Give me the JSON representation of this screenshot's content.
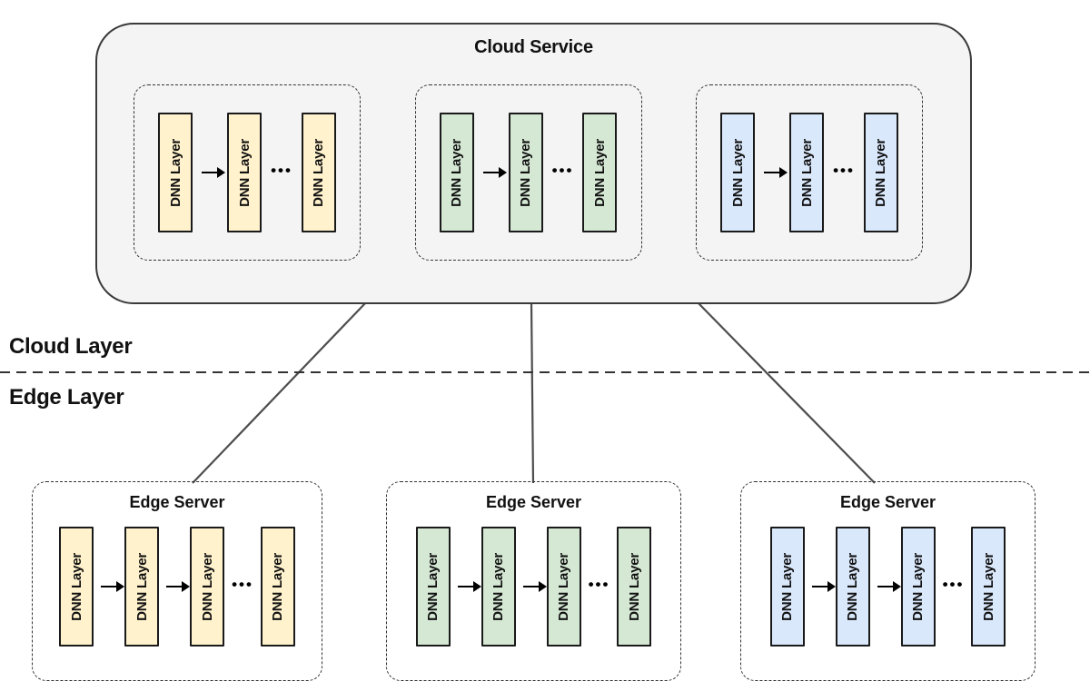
{
  "labels": {
    "dnn_layer": "DNN Layer",
    "dots": "•••",
    "cloud_layer": "Cloud Layer",
    "edge_layer": "Edge Layer"
  },
  "cloud": {
    "title": "Cloud Service",
    "groups": [
      {
        "color": "yellow"
      },
      {
        "color": "green"
      },
      {
        "color": "blue"
      }
    ]
  },
  "edge": {
    "server_title": "Edge Server",
    "servers": [
      {
        "color": "yellow"
      },
      {
        "color": "green"
      },
      {
        "color": "blue"
      }
    ]
  },
  "colors": {
    "yellow_fill": "#FFF2CC",
    "green_fill": "#D5E8D4",
    "blue_fill": "#DAE8FC",
    "box_border": "#1A1A1A",
    "cloud_background": "#F4F4F5",
    "cloud_border": "#3A3A3A",
    "dashed_border": "#333333",
    "connector_line": "#4D4D4D"
  }
}
